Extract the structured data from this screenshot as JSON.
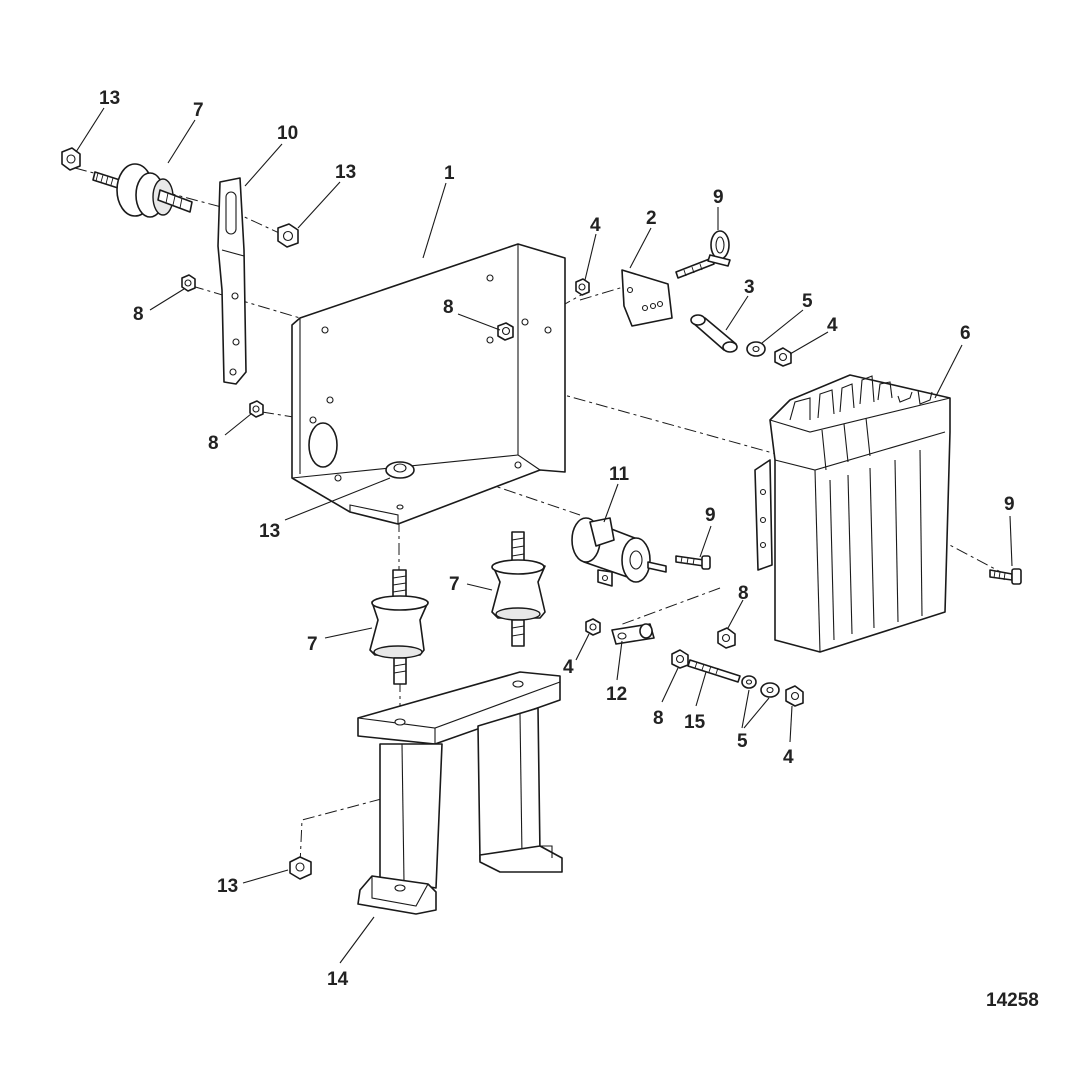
{
  "figure_number": "14258",
  "callouts": {
    "c13a": "13",
    "c7a": "7",
    "c10": "10",
    "c13b": "13",
    "c1": "1",
    "c8a": "8",
    "c8b": "8",
    "c8c": "8",
    "c13c": "13",
    "c4a": "4",
    "c2": "2",
    "c9a": "9",
    "c3": "3",
    "c5a": "5",
    "c4b": "4",
    "c6": "6",
    "c9b": "9",
    "c11": "11",
    "c9c": "9",
    "c7b": "7",
    "c7c": "7",
    "c8d": "8",
    "c4c": "4",
    "c12": "12",
    "c8e": "8",
    "c15": "15",
    "c5b": "5",
    "c4d": "4",
    "c13d": "13",
    "c14": "14"
  },
  "colors": {
    "line": "#1a1a1a",
    "label": "#222222",
    "background": "#ffffff"
  }
}
